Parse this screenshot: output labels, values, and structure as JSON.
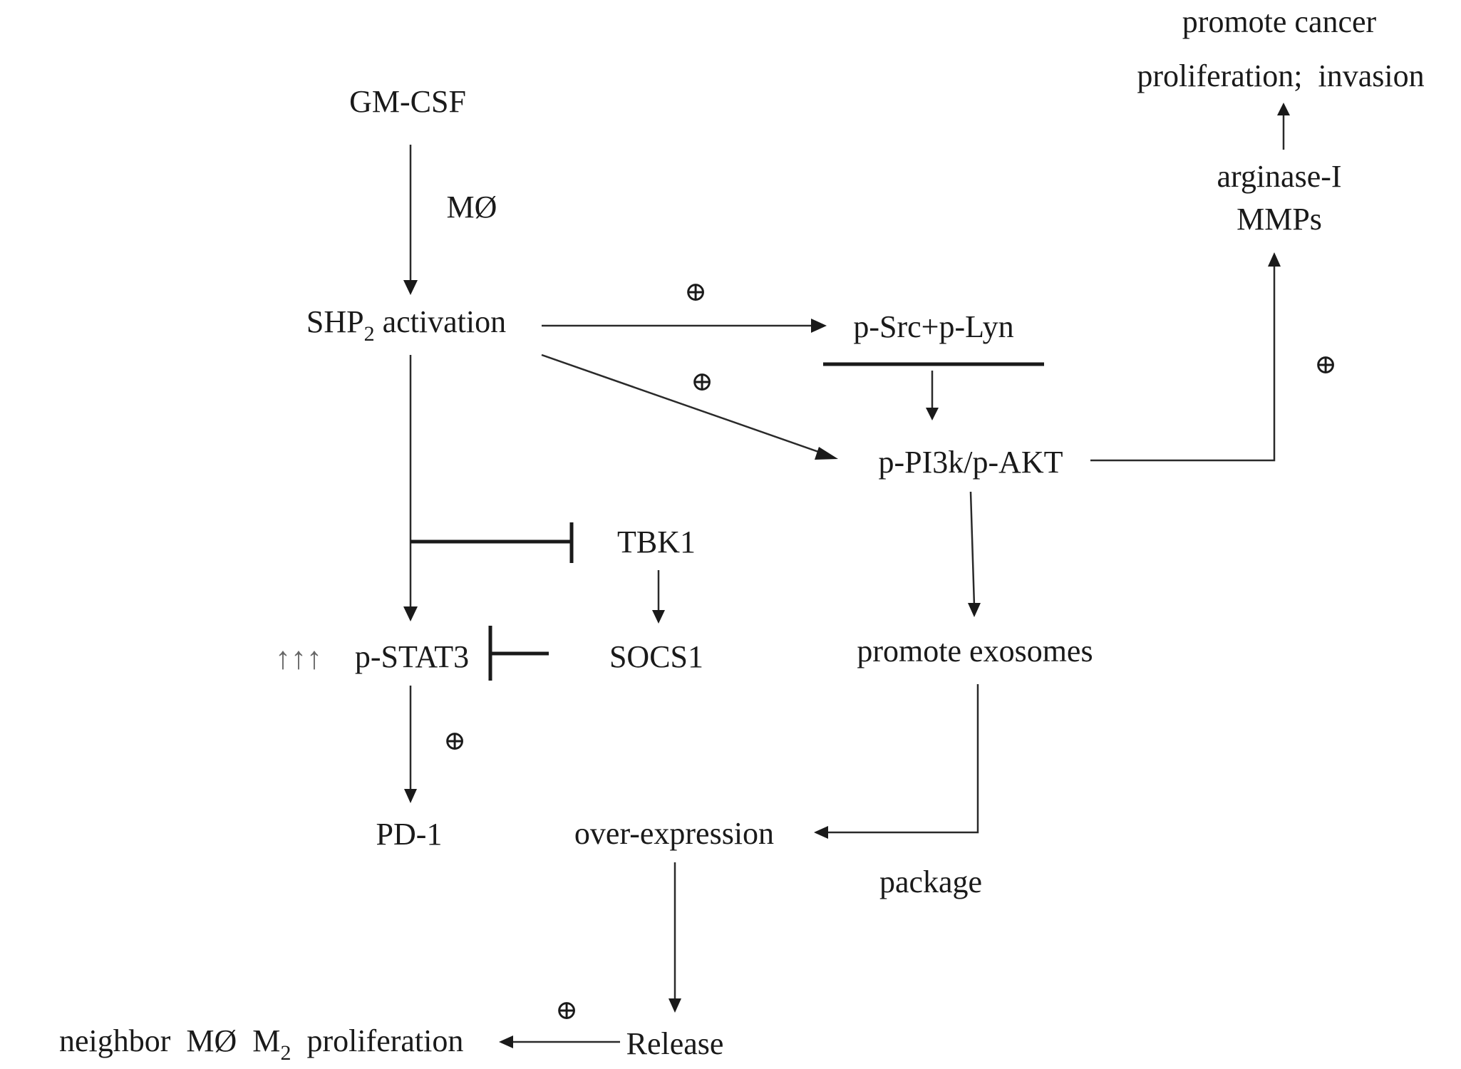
{
  "diagram": {
    "nodes": {
      "gmcsf": "GM-CSF",
      "mo": "MØ",
      "shp2_main": "SHP",
      "shp2_sub": "2",
      "shp2_rest": " activation",
      "psrc": "p-Src+p-Lyn",
      "ppi3k": "p-PI3k/p-AKT",
      "arginase": "arginase-I",
      "mmps": "MMPs",
      "promote_cancer": "promote cancer",
      "prolif_invasion": "proliferation;  invasion",
      "tbk1": "TBK1",
      "socs1": "SOCS1",
      "up_arrows": "↑↑↑",
      "pstat3": "p-STAT3",
      "pd1": "PD-1",
      "promote_exosomes": "promote exosomes",
      "over_expression": "over-expression",
      "package": "package",
      "release": "Release",
      "neighbor_main": "neighbor  MØ  M",
      "neighbor_sub": "2",
      "neighbor_rest": "  proliferation"
    },
    "symbols": {
      "promote": "⊕"
    },
    "edges": [
      {
        "from": "GM-CSF",
        "to": "SHP2 activation",
        "type": "activation",
        "label": "MØ"
      },
      {
        "from": "SHP2 activation",
        "to": "p-Src+p-Lyn",
        "type": "activation",
        "sign": "⊕"
      },
      {
        "from": "SHP2 activation",
        "to": "p-PI3k/p-AKT",
        "type": "activation",
        "sign": "⊕"
      },
      {
        "from": "p-Src+p-Lyn",
        "to": "p-PI3k/p-AKT",
        "type": "activation"
      },
      {
        "from": "p-PI3k/p-AKT",
        "to": "arginase-I MMPs",
        "type": "activation",
        "sign": "⊕"
      },
      {
        "from": "arginase-I MMPs",
        "to": "promote cancer proliferation; invasion",
        "type": "activation"
      },
      {
        "from": "SHP2 activation",
        "to": "TBK1",
        "type": "inhibition"
      },
      {
        "from": "SHP2 activation",
        "to": "p-STAT3",
        "type": "activation"
      },
      {
        "from": "TBK1",
        "to": "SOCS1",
        "type": "activation"
      },
      {
        "from": "SOCS1",
        "to": "p-STAT3",
        "type": "inhibition"
      },
      {
        "from": "p-STAT3",
        "to": "PD-1",
        "type": "activation",
        "sign": "⊕"
      },
      {
        "from": "p-PI3k/p-AKT",
        "to": "promote exosomes",
        "type": "activation"
      },
      {
        "from": "promote exosomes",
        "to": "over-expression",
        "type": "activation",
        "label": "package"
      },
      {
        "from": "over-expression",
        "to": "Release",
        "type": "activation"
      },
      {
        "from": "Release",
        "to": "neighbor MØ M2 proliferation",
        "type": "activation",
        "sign": "⊕"
      }
    ],
    "colors": {
      "line": "#2a2a2a",
      "text": "#1a1a1a",
      "background": "#ffffff"
    }
  }
}
